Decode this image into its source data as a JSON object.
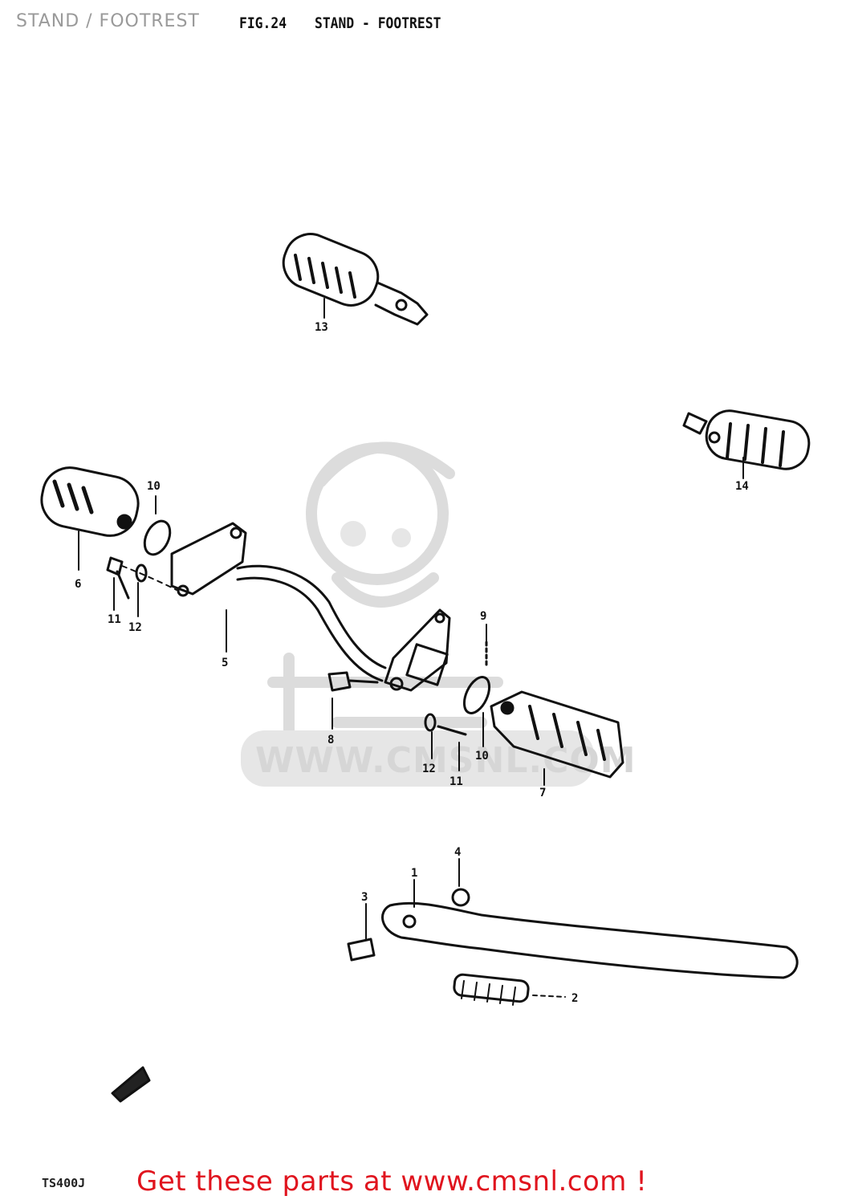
{
  "header": {
    "overlay_title": "STAND / FOOTREST",
    "figure_number": "FIG.24",
    "figure_subject": "STAND - FOOTREST"
  },
  "callouts": {
    "p1": "1",
    "p2": "2",
    "p3": "3",
    "p4": "4",
    "p5": "5",
    "p6": "6",
    "p7": "7",
    "p8": "8",
    "p9": "9",
    "p10a": "10",
    "p10b": "10",
    "p11a": "11",
    "p11b": "11",
    "p12a": "12",
    "p12b": "12",
    "p13": "13",
    "p14": "14"
  },
  "watermark": {
    "url": "WWW.CMSNL.COM"
  },
  "footer": {
    "code": "TS400J",
    "cta": "Get these parts at www.cmsnl.com !"
  },
  "colors": {
    "cta": "#e0141e",
    "ink": "#111111",
    "watermark": "#d6d6d6"
  }
}
